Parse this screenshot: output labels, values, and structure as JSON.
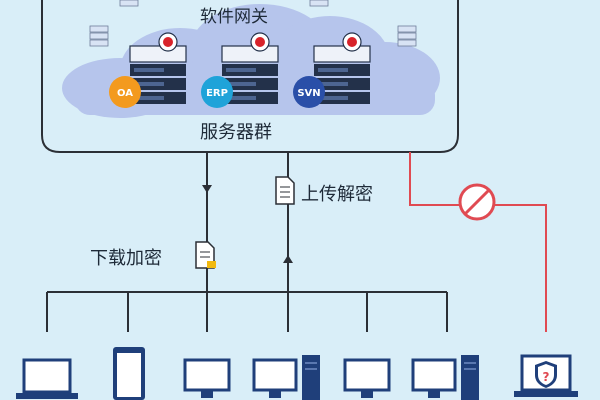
{
  "labels": {
    "gateway": "软件网关",
    "server_cluster": "服务器群",
    "upload_decrypt": "上传解密",
    "download_encrypt": "下载加密"
  },
  "servers": [
    {
      "badge": "OA",
      "badge_color": "#f39a1e"
    },
    {
      "badge": "ERP",
      "badge_color": "#1fa3d9"
    },
    {
      "badge": "SVN",
      "badge_color": "#2a4fa8"
    }
  ],
  "colors": {
    "background": "#d9eef8",
    "line": "#2b2f36",
    "blocked_line": "#e04a52",
    "cloud": "#b6c5ec",
    "server_dark": "#23314a"
  },
  "devices": [
    {
      "type": "laptop"
    },
    {
      "type": "tablet"
    },
    {
      "type": "monitor"
    },
    {
      "type": "desktop"
    },
    {
      "type": "monitor"
    },
    {
      "type": "desktop"
    },
    {
      "type": "laptop-shield"
    }
  ],
  "icons": [
    "document-icon",
    "locked-document-icon",
    "blocked-icon",
    "shield-question-icon"
  ]
}
